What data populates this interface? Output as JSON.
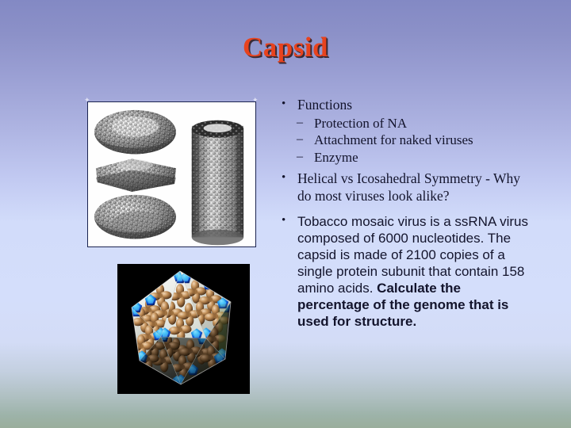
{
  "slide": {
    "title": "Capsid",
    "title_color": "#e8431e",
    "background_top_color": "#8389c4",
    "background_mid_color": "#d2dcfa",
    "background_bottom_color": "#9aae9c"
  },
  "images": [
    {
      "name": "helical-capsid-figure",
      "caption": "Electron-density models of a helical (tobacco mosaic virus) capsid: three disc/stacked-disc views at left and an assembled helical rod at right",
      "style": "grayscale on white background, thin dark blue border"
    },
    {
      "name": "icosahedral-capsid-figure",
      "caption": "Computer model of an icosahedral virus capsid with brown protein clusters and blue pentameric capsomers on white facets",
      "style": "color render on black background"
    }
  ],
  "content": {
    "bullets": [
      {
        "level": 1,
        "marker": "•",
        "font": "serif",
        "text": "Functions"
      },
      {
        "level": 2,
        "marker": "–",
        "font": "serif",
        "text": "Protection of NA"
      },
      {
        "level": 2,
        "marker": "–",
        "font": "serif",
        "text": "Attachment for naked viruses"
      },
      {
        "level": 2,
        "marker": "–",
        "font": "serif",
        "text": "Enzyme"
      },
      {
        "level": 1,
        "marker": "•",
        "font": "serif",
        "text": "Helical vs Icosahedral Symmetry - Why do most viruses look alike?"
      },
      {
        "level": 1,
        "marker": "•",
        "font": "sans",
        "text_regular": "Tobacco mosaic virus is a ssRNA virus composed of 6000 nucleotides. The capsid is made of 2100 copies of a single protein subunit that contain 158 amino acids. ",
        "text_bold": "Calculate the percentage of the genome that is used for structure."
      }
    ]
  }
}
